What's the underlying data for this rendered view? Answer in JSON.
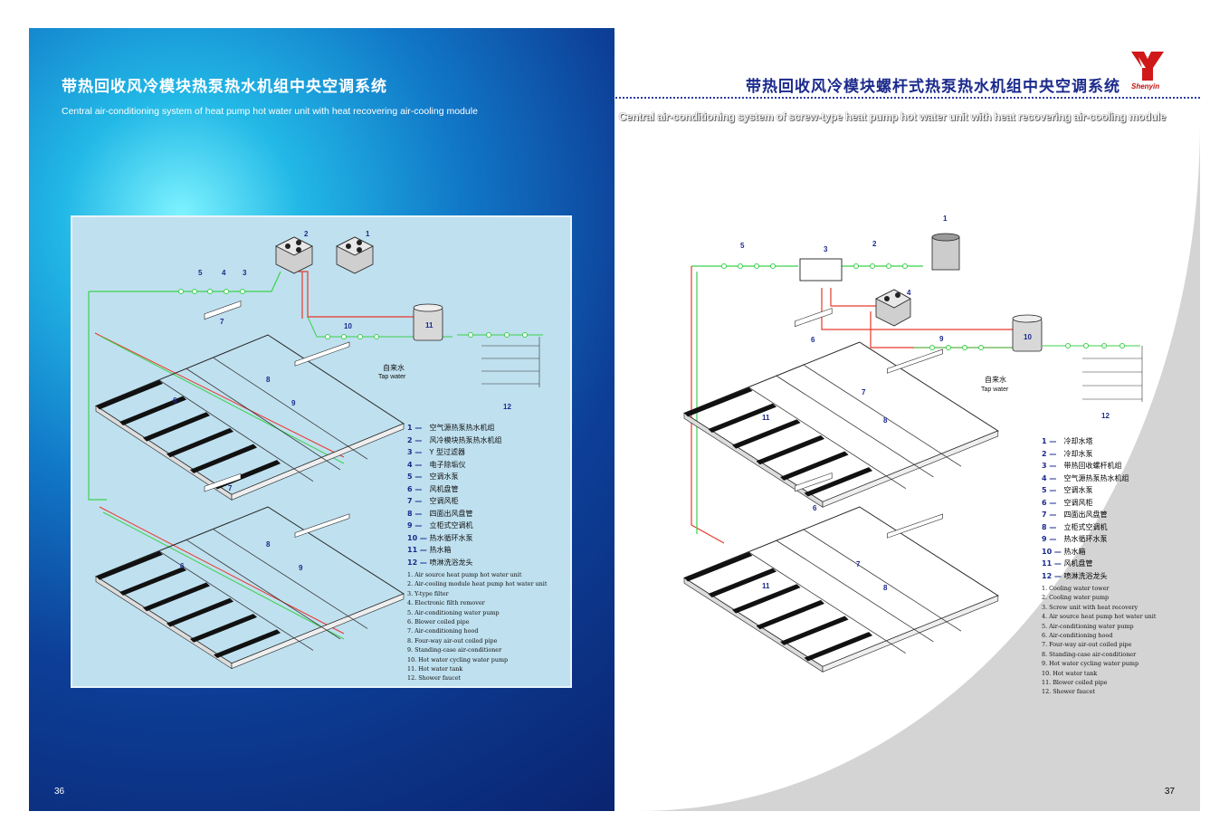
{
  "left": {
    "title_cn": "带热回收风冷模块热泵热水机组中央空调系统",
    "title_en": "Central air-conditioning system of heat pump hot water unit with heat recovering air-cooling module",
    "page_number": "36",
    "tap_water_cn": "自来水",
    "tap_water_en": "Tap water",
    "callouts": [
      "1",
      "2",
      "3",
      "4",
      "5",
      "6",
      "7",
      "8",
      "9",
      "10",
      "11",
      "12"
    ],
    "legend_cn": [
      {
        "n": "1",
        "dash": "—",
        "text": "空气源热泵热水机组"
      },
      {
        "n": "2",
        "dash": "—",
        "text": "风冷模块热泵热水机组"
      },
      {
        "n": "3",
        "dash": "—",
        "text": "Y 型过滤器"
      },
      {
        "n": "4",
        "dash": "—",
        "text": "电子除垢仪"
      },
      {
        "n": "5",
        "dash": "—",
        "text": "空调水泵"
      },
      {
        "n": "6",
        "dash": "—",
        "text": "风机盘管"
      },
      {
        "n": "7",
        "dash": "—",
        "text": "空调风柜"
      },
      {
        "n": "8",
        "dash": "—",
        "text": "四面出风盘管"
      },
      {
        "n": "9",
        "dash": "—",
        "text": "立柜式空调机"
      },
      {
        "n": "10",
        "dash": "—",
        "text": "热水循环水泵"
      },
      {
        "n": "11",
        "dash": "—",
        "text": "热水箱"
      },
      {
        "n": "12",
        "dash": "—",
        "text": "喷淋洗浴龙头"
      }
    ],
    "legend_en": [
      "1. Air source heat pump hot water unit",
      "2. Air-cooling module heat pump hot water unit",
      "3. Y-type filter",
      "4. Electronic filth remover",
      "5. Air-conditioning water pump",
      "6. Blower coiled pipe",
      "7. Air-conditioning hood",
      "8. Four-way air-out coiled pipe",
      "9. Standing-case air-conditioner",
      "10. Hot water cycling water pump",
      "11. Hot water tank",
      "12. Shower faucet"
    ]
  },
  "right": {
    "title_cn": "带热回收风冷模块螺杆式热泵热水机组中央空调系统",
    "title_en": "Central air-conditioning system of screw-type heat pump hot water unit with heat recovering air-cooling module",
    "page_number": "37",
    "brand": "Shenyin",
    "tap_water_cn": "自来水",
    "tap_water_en": "Tap water",
    "legend_cn": [
      {
        "n": "1",
        "dash": "—",
        "text": "冷却水塔"
      },
      {
        "n": "2",
        "dash": "—",
        "text": "冷却水泵"
      },
      {
        "n": "3",
        "dash": "—",
        "text": "带热回收螺杆机组"
      },
      {
        "n": "4",
        "dash": "—",
        "text": "空气源热泵热水机组"
      },
      {
        "n": "5",
        "dash": "—",
        "text": "空调水泵"
      },
      {
        "n": "6",
        "dash": "—",
        "text": "空调风柜"
      },
      {
        "n": "7",
        "dash": "—",
        "text": "四面出风盘管"
      },
      {
        "n": "8",
        "dash": "—",
        "text": "立柜式空调机"
      },
      {
        "n": "9",
        "dash": "—",
        "text": "热水循环水泵"
      },
      {
        "n": "10",
        "dash": "—",
        "text": "热水箱"
      },
      {
        "n": "11",
        "dash": "—",
        "text": "风机盘管"
      },
      {
        "n": "12",
        "dash": "—",
        "text": "喷淋洗浴龙头"
      }
    ],
    "legend_en": [
      "1. Cooling water tower",
      "2. Cooling water pump",
      "3. Screw unit with heat recovery",
      "4. Air source heat pump hot water unit",
      "5. Air-conditioning water pump",
      "6. Air-conditioning hood",
      "7. Four-way air-out coiled pipe",
      "8. Standing-case air-conditioner",
      "9. Hot water cycling water pump",
      "10. Hot water tank",
      "11. Blower coiled pipe",
      "12. Shower faucet"
    ]
  },
  "colors": {
    "pipe_green": "#3ad24a",
    "pipe_red": "#e83a2a",
    "label_blue": "#1b2a8c",
    "left_bg": "#0d3f98",
    "panel_bg": "#bfe0ef"
  }
}
